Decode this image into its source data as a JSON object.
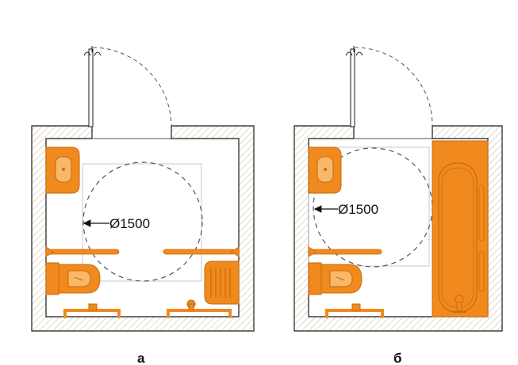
{
  "colors": {
    "fixture": "#f08a1e",
    "fixture_dark": "#c96a0a",
    "fixture_light": "#f8b86a",
    "wall_outline": "#1a1a1a",
    "wall_hatch": "#d9c9a8",
    "dashed": "#555555",
    "grid_line": "#c8c8c8"
  },
  "plan_a": {
    "dimension_label": "Ø1500",
    "caption": "а",
    "fixtures": [
      "washbasin",
      "toilet",
      "shower-tray",
      "grab-bar-left",
      "grab-bar-right",
      "shower-mixer",
      "floor-grab-rail"
    ]
  },
  "plan_b": {
    "dimension_label": "Ø1500",
    "caption": "б",
    "fixtures": [
      "washbasin",
      "toilet",
      "bathtub",
      "grab-bar-left",
      "tub-grab-bar",
      "tub-mixer",
      "floor-grab-rail"
    ]
  }
}
